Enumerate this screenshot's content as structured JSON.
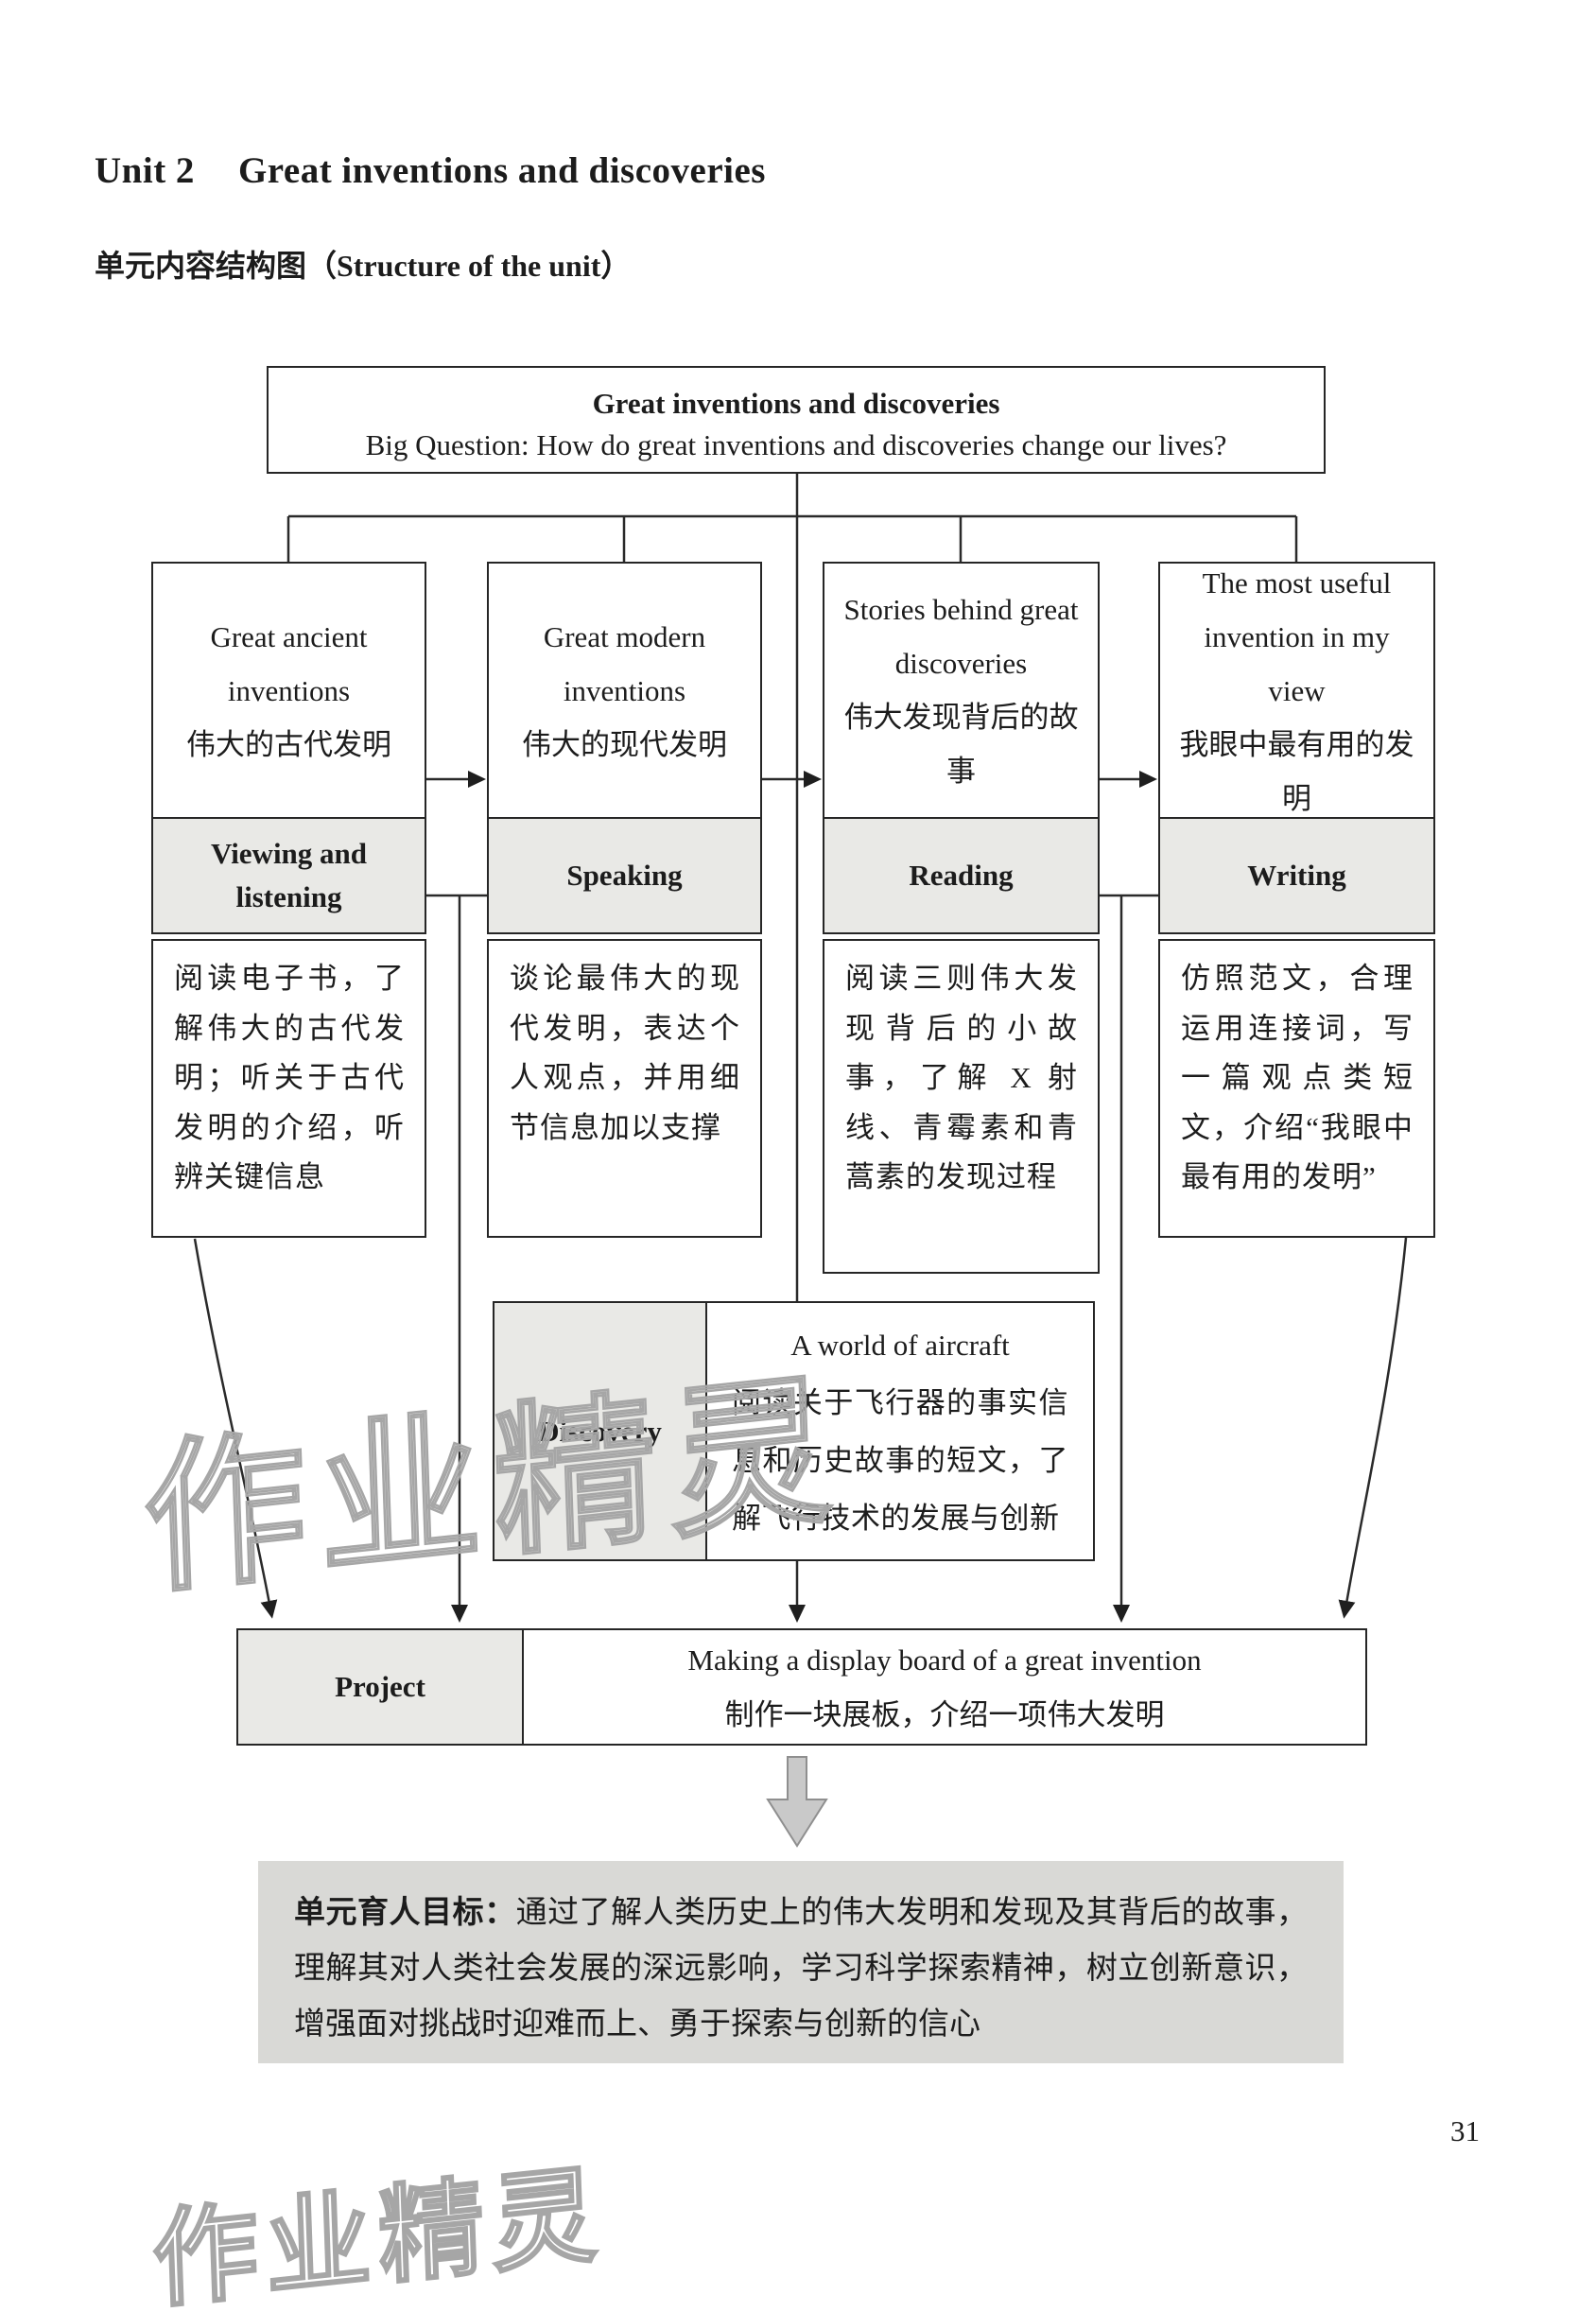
{
  "page": {
    "unit_label": "Unit 2",
    "unit_title": "Great inventions and discoveries",
    "subtitle": "单元内容结构图（Structure of the unit）",
    "page_number": "31",
    "watermark": "作业精灵"
  },
  "diagram": {
    "root": {
      "title": "Great inventions and discoveries",
      "big_question": "Big Question: How do great inventions and discoveries change our lives?"
    },
    "columns": [
      {
        "title_en": "Great ancient inventions",
        "title_zh": "伟大的古代发明",
        "section": "Viewing and listening",
        "description": "阅读电子书，了解伟大的古代发明；听关于古代发明的介绍，听辨关键信息"
      },
      {
        "title_en": "Great modern inventions",
        "title_zh": "伟大的现代发明",
        "section": "Speaking",
        "description": "谈论最伟大的现代发明，表达个人观点，并用细节信息加以支撑"
      },
      {
        "title_en": "Stories behind great discoveries",
        "title_zh": "伟大发现背后的故事",
        "section": "Reading",
        "description": "阅读三则伟大发现背后的小故事，了解 X 射线、青霉素和青蒿素的发现过程"
      },
      {
        "title_en": "The most useful invention in my view",
        "title_zh": "我眼中最有用的发明",
        "section": "Writing",
        "description": "仿照范文，合理运用连接词，写一篇观点类短文，介绍“我眼中最有用的发明”"
      }
    ],
    "discovery": {
      "label": "Discovery",
      "title_en": "A world of aircraft",
      "description": "阅读关于飞行器的事实信息和历史故事的短文，了解飞行技术的发展与创新"
    },
    "project": {
      "label": "Project",
      "line1": "Making a display board of a great invention",
      "line2": "制作一块展板，介绍一项伟大发明"
    },
    "goal": {
      "label": "单元育人目标：",
      "text": "通过了解人类历史上的伟大发明和发现及其背后的故事，理解其对人类社会发展的深远影响，学习科学探索精神，树立创新意识，增强面对挑战时迎难而上、勇于探索与创新的信心"
    }
  }
}
